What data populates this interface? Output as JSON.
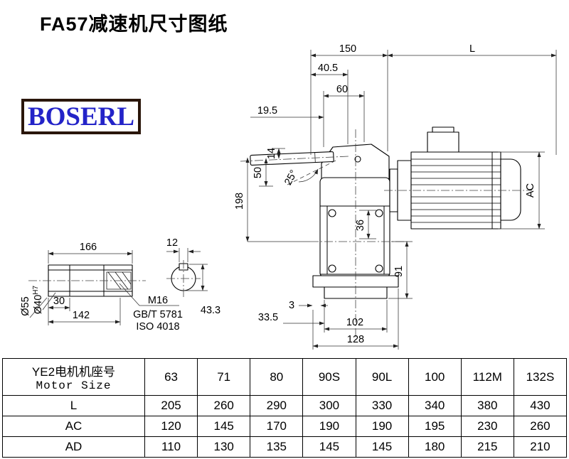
{
  "page": {
    "title": "FA57减速机尺寸图纸"
  },
  "logo": {
    "text": "BOSERL",
    "text_color": "#2323c8",
    "border_color": "#2a160a"
  },
  "drawing": {
    "dims": {
      "top_width": "150",
      "motor_length": "L",
      "d40_5": "40.5",
      "d60": "60",
      "d19_5": "19.5",
      "d50": "50",
      "d14": "14",
      "angle": "25°",
      "d198": "198",
      "ac": "AC",
      "d36": "36",
      "d91": "91",
      "d3": "3",
      "d33_5": "33.5",
      "d102": "102",
      "d128": "128",
      "d166": "166",
      "d30": "30",
      "d142": "142",
      "d12": "12",
      "d43_3": "43.3",
      "dia55": "Ø55",
      "dia40": "Ø40",
      "dia40_tol": "H7",
      "thread": "M16",
      "thread_std1": "GB/T 5781",
      "thread_std2": "ISO 4018"
    }
  },
  "table": {
    "header": {
      "line1": "YE2电机机座号",
      "line2": "Motor Size"
    },
    "sizes": [
      "63",
      "71",
      "80",
      "90S",
      "90L",
      "100",
      "112M",
      "132S"
    ],
    "rows": [
      {
        "label": "L",
        "values": [
          "205",
          "260",
          "290",
          "300",
          "330",
          "340",
          "380",
          "430"
        ]
      },
      {
        "label": "AC",
        "values": [
          "120",
          "145",
          "170",
          "190",
          "190",
          "195",
          "230",
          "260"
        ]
      },
      {
        "label": "AD",
        "values": [
          "110",
          "130",
          "135",
          "145",
          "145",
          "180",
          "215",
          "210"
        ]
      }
    ]
  }
}
